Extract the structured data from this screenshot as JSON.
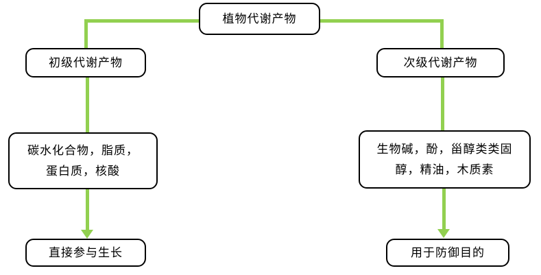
{
  "diagram": {
    "type": "flowchart",
    "colors": {
      "connector": "#92d050",
      "box_border": "#000000",
      "text": "#000000",
      "background": "#ffffff"
    },
    "nodes": {
      "root": {
        "label": "植物代谢产物"
      },
      "primary": {
        "label": "初级代谢产物"
      },
      "secondary": {
        "label": "次级代谢产物"
      },
      "primary_components": {
        "text": "碳水化合物，脂质，蛋白质，核酸",
        "lines": [
          "碳水化合物，脂质，",
          "蛋白质，核酸"
        ]
      },
      "secondary_components": {
        "text": "生物碱，酚，甾醇类类固醇，精油，木质素",
        "lines": [
          "生物碱，酚，甾醇类类固",
          "醇，精油，木质素"
        ]
      },
      "primary_outcome": {
        "label": "直接参与生长"
      },
      "secondary_outcome": {
        "label": "用于防御目的"
      }
    },
    "edges": [
      {
        "from": "root",
        "to": "primary",
        "arrow": false
      },
      {
        "from": "root",
        "to": "secondary",
        "arrow": false
      },
      {
        "from": "primary",
        "to": "primary_components",
        "arrow": false
      },
      {
        "from": "secondary",
        "to": "secondary_components",
        "arrow": false
      },
      {
        "from": "primary_components",
        "to": "primary_outcome",
        "arrow": true
      },
      {
        "from": "secondary_components",
        "to": "secondary_outcome",
        "arrow": true
      }
    ]
  }
}
